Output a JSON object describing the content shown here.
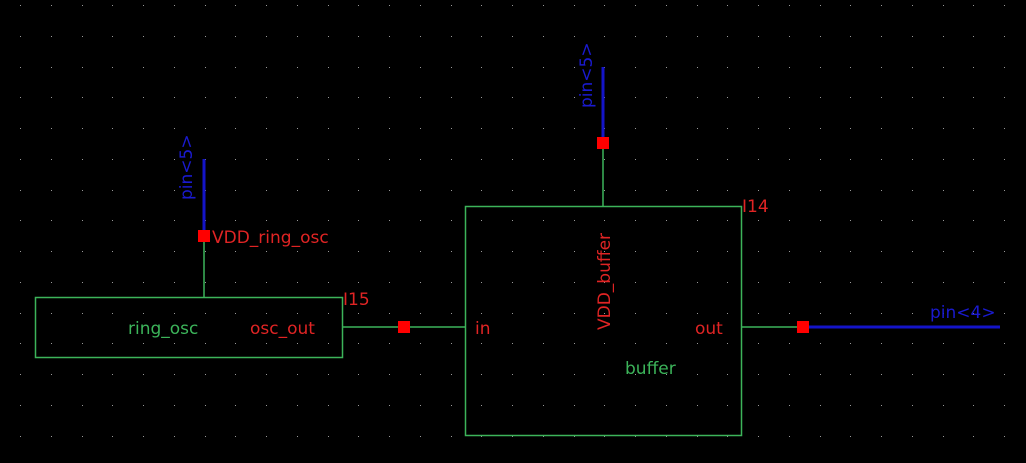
{
  "schematic": {
    "colors": {
      "background": "#000000",
      "wire": "#3cb45a",
      "pin_wire": "#1414c8",
      "pin_marker": "#ff0000",
      "net_label": "#e02424",
      "cell_label": "#3cb45a",
      "pin_label": "#1a1ad0",
      "grid_dot": "#9a9a9a"
    },
    "instances": [
      {
        "id": "ring_osc",
        "instance_name": "I15",
        "cell_name": "ring_osc",
        "pins": [
          {
            "name": "osc_out",
            "direction": "output"
          },
          {
            "name": "VDD_ring_osc",
            "direction": "input"
          }
        ]
      },
      {
        "id": "buffer",
        "instance_name": "I14",
        "cell_name": "buffer",
        "pins": [
          {
            "name": "in",
            "direction": "input"
          },
          {
            "name": "out",
            "direction": "output"
          },
          {
            "name": "VDD_buffer",
            "direction": "input"
          }
        ]
      }
    ],
    "pins": [
      {
        "id": "pin-vdd-ring",
        "label": "pin<5>",
        "connects_to": "VDD_ring_osc"
      },
      {
        "id": "pin-vdd-buffer",
        "label": "pin<5>",
        "connects_to": "VDD_buffer"
      },
      {
        "id": "pin-out",
        "label": "pin<4>",
        "connects_to": "out"
      }
    ],
    "nets": [
      {
        "from": "ring_osc.osc_out",
        "to": "buffer.in"
      },
      {
        "from": "pin<5>",
        "to": "ring_osc.VDD_ring_osc"
      },
      {
        "from": "pin<5>",
        "to": "buffer.VDD_buffer"
      },
      {
        "from": "buffer.out",
        "to": "pin<4>"
      }
    ]
  }
}
